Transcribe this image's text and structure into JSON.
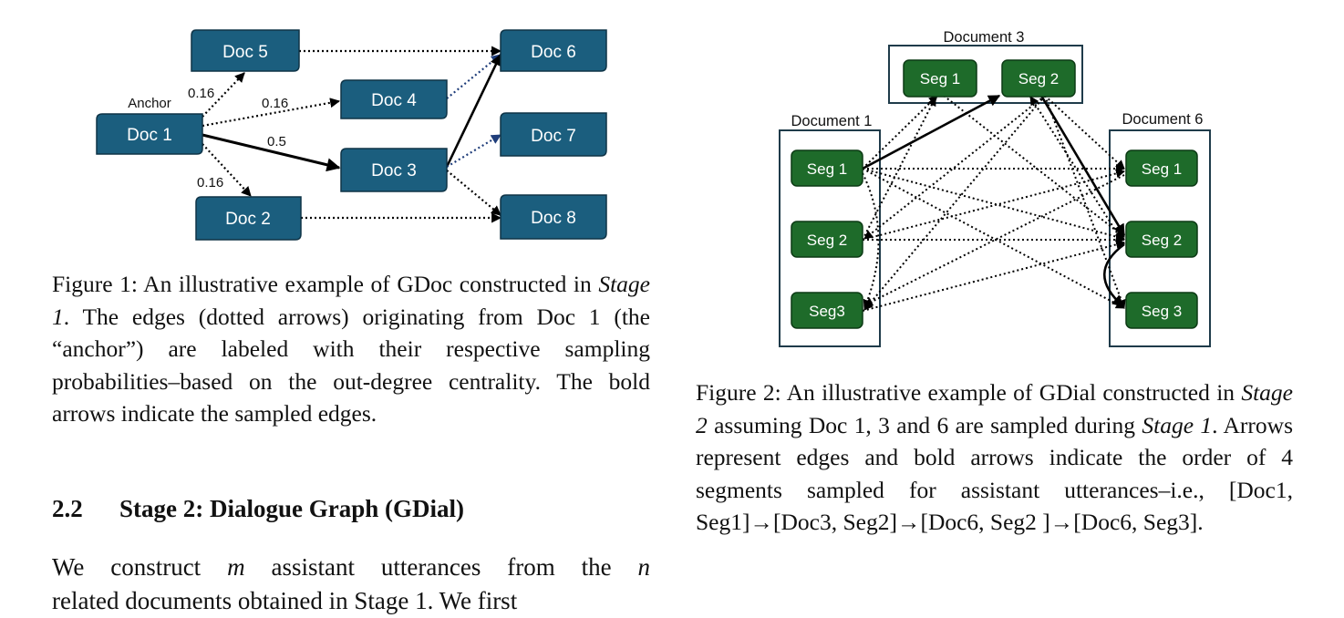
{
  "figure1": {
    "nodes": {
      "doc1": "Doc 1",
      "doc2": "Doc 2",
      "doc3": "Doc 3",
      "doc4": "Doc 4",
      "doc5": "Doc 5",
      "doc6": "Doc 6",
      "doc7": "Doc 7",
      "doc8": "Doc 8"
    },
    "anchor_label": "Anchor",
    "edge_labels": {
      "doc1_doc5": "0.16",
      "doc1_doc4": "0.16",
      "doc1_doc3": "0.5",
      "doc1_doc2": "0.16"
    },
    "node_color": "#1b5e7e",
    "caption": {
      "prefix": "Figure 1: An illustrative example of GDoc constructed in ",
      "stage": "Stage 1",
      "rest": ". The edges (dotted arrows) originating from Doc 1 (the “anchor”) are labeled with their respective sampling probabilities–based on the out-degree centrality. The bold arrows indicate the sampled edges."
    }
  },
  "figure2": {
    "groups": {
      "doc1": "Document 1",
      "doc3": "Document 3",
      "doc6": "Document 6"
    },
    "segments": {
      "d1s1": "Seg 1",
      "d1s2": "Seg 2",
      "d1s3": "Seg3",
      "d3s1": "Seg 1",
      "d3s2": "Seg 2",
      "d6s1": "Seg 1",
      "d6s2": "Seg 2",
      "d6s3": "Seg 3"
    },
    "segment_color": "#1e6b2a",
    "caption": {
      "p1": "Figure 2: An illustrative example of GDial constructed in ",
      "stage_a": "Stage 2",
      "p2": " assuming Doc 1, 3 and 6 are sampled during ",
      "stage_b": "Stage 1",
      "p3": ". Arrows represent edges and bold arrows indicate the order of 4 segments sampled for assistant utterances–i.e., [Doc1, Seg1]→[Doc3, Seg2]→[Doc6, Seg2 ]→[Doc6, Seg3]."
    }
  },
  "section": {
    "number": "2.2",
    "title": "Stage 2: Dialogue Graph (GDial)"
  },
  "body": {
    "t1": "We construct ",
    "m": "m",
    "t2": " assistant utterances from the ",
    "n": "n",
    "cut": "related documents obtained in Stage 1. We first"
  }
}
